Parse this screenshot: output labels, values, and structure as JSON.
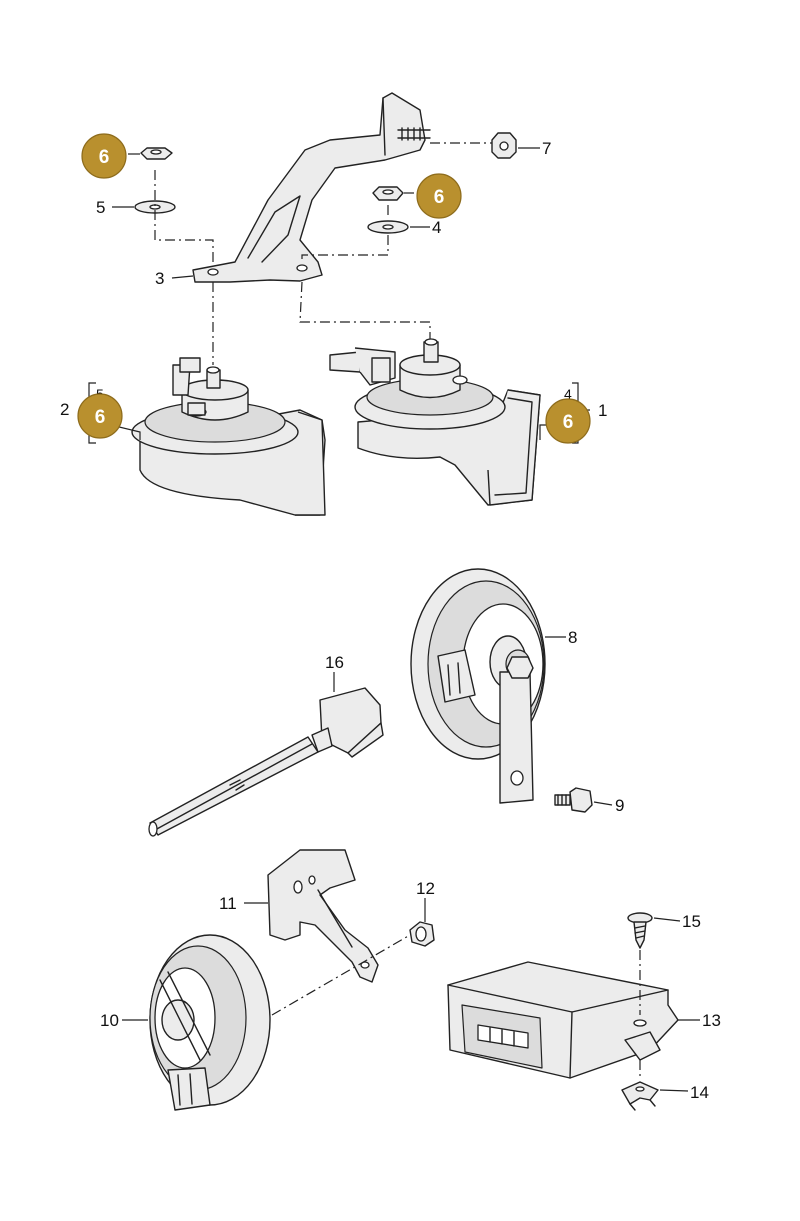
{
  "diagram": {
    "callouts": {
      "c1": "1",
      "c2": "2",
      "c3": "3",
      "c4": "4",
      "c4b": "4",
      "c5": "5",
      "c5b": "5",
      "c7": "7",
      "c8": "8",
      "c9": "9",
      "c10": "10",
      "c11": "11",
      "c12": "12",
      "c13": "13",
      "c14": "14",
      "c15": "15",
      "c16": "16"
    },
    "badges": {
      "b1": "6",
      "b2": "6",
      "b3": "6",
      "b4": "6"
    },
    "colors": {
      "badge_fill": "#b9902e",
      "line": "#222222",
      "background": "#ffffff"
    }
  }
}
